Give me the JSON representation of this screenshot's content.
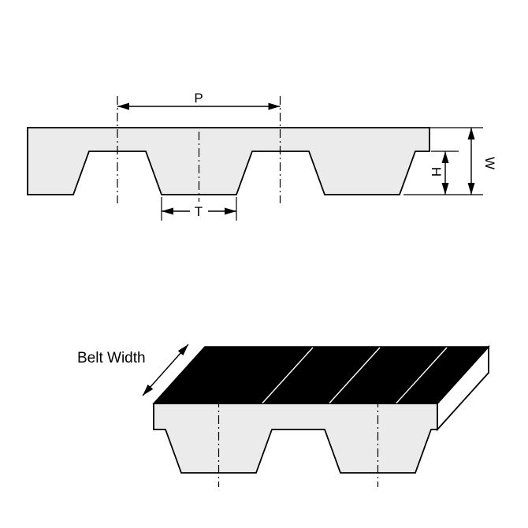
{
  "labels": {
    "pitch": "P",
    "tooth_width": "T",
    "tooth_height": "H",
    "belt_thickness": "W",
    "belt_width": "Belt Width"
  },
  "colors": {
    "background": "#ffffff",
    "line": "#000000",
    "belt_fill": "#ebebeb",
    "top_face_fill": "#000000",
    "end_face_fill": "#ffffff",
    "seam_line": "#ffffff"
  }
}
